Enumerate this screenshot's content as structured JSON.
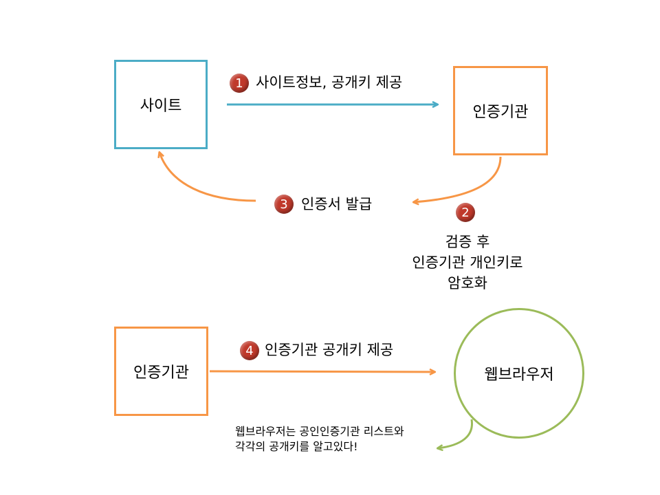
{
  "colors": {
    "blue": "#4BACC6",
    "orange": "#F79646",
    "green": "#9BBB59",
    "badge_red": "#C0392B"
  },
  "nodes": {
    "site": "사이트",
    "ca_top": "인증기관",
    "ca_bottom": "인증기관",
    "browser": "웹브라우저"
  },
  "steps": [
    {
      "number": "1",
      "label": "사이트정보, 공개키 제공"
    },
    {
      "number": "2",
      "lines": [
        "검증 후",
        "인증기관 개인키로",
        "암호화"
      ]
    },
    {
      "number": "3",
      "label": "인증서 발급"
    },
    {
      "number": "4",
      "label": "인증기관 공개키 제공"
    }
  ],
  "note": {
    "lines": [
      "웹브라우저는 공인인증기관 리스트와",
      "각각의 공개키를 알고있다!"
    ]
  }
}
